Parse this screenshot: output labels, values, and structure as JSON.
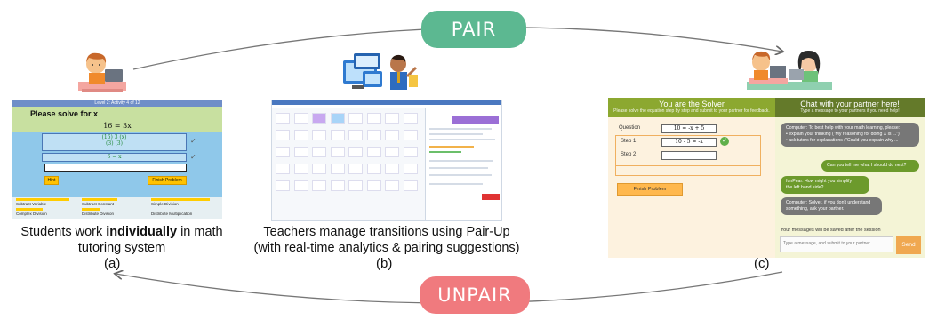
{
  "labels": {
    "pair": "PAIR",
    "unpair": "UNPAIR"
  },
  "panel_a": {
    "top_bar": "Level 2: Activity 4 of 12",
    "prompt": "Please solve for x",
    "equation": "16 = 3x",
    "step1": "(16)    3 (x)",
    "step1b": "(3)       (3)",
    "step2": "6 = x",
    "hint_button": "Hint",
    "finish_button": "Finish Problem",
    "skills": [
      "Subtract Variable",
      "Subtract Constant",
      "Simple Division",
      "Complex Division",
      "Distribute Division",
      "Distribute Multiplication"
    ]
  },
  "caption_a": {
    "prefix": "Students work ",
    "bold": "individually",
    "suffix": " in math",
    "line2": "tutoring system",
    "letter": "(a)"
  },
  "caption_b": {
    "line1": "Teachers manage transitions using Pair-Up",
    "line2": "(with real-time analytics & pairing suggestions)",
    "letter": "(b)"
  },
  "panel_c": {
    "solver_title": "You are the Solver",
    "solver_sub": "Please solve the equation step by step and submit to your partner for feedback.",
    "chat_title": "Chat with your partner here!",
    "chat_sub": "Type a message to your partners if you need help!",
    "question_label": "Question",
    "question_value": "10 = -x + 5",
    "step1_label": "Step 1",
    "step1_value": "10 - 5 = -x",
    "step2_label": "Step 2",
    "finish_button": "Finish Problem",
    "msg1_a": "Computer: To best help with your math learning, please:",
    "msg1_b": "•  explain your thinking (\"My reasoning for doing X is ...\")",
    "msg1_c": "•  ask tutors for explanations (\"Could you explain why ...",
    "msg2": "Can you tell me what I should do next?",
    "msg3_a": "funPear: How might you simplify",
    "msg3_b": "the left hand side?",
    "msg4_a": "Computer: Solver, if you don't understand",
    "msg4_b": "something, ask your partner.",
    "save_note": "Your messages will be saved after the session",
    "input_placeholder": "Type a message, and submit to your partner.",
    "send_button": "Send"
  },
  "caption_c": {
    "letter": "(c)"
  },
  "colors": {
    "pair": "#5cb891",
    "unpair": "#f07a7e",
    "arrow": "#666666"
  }
}
